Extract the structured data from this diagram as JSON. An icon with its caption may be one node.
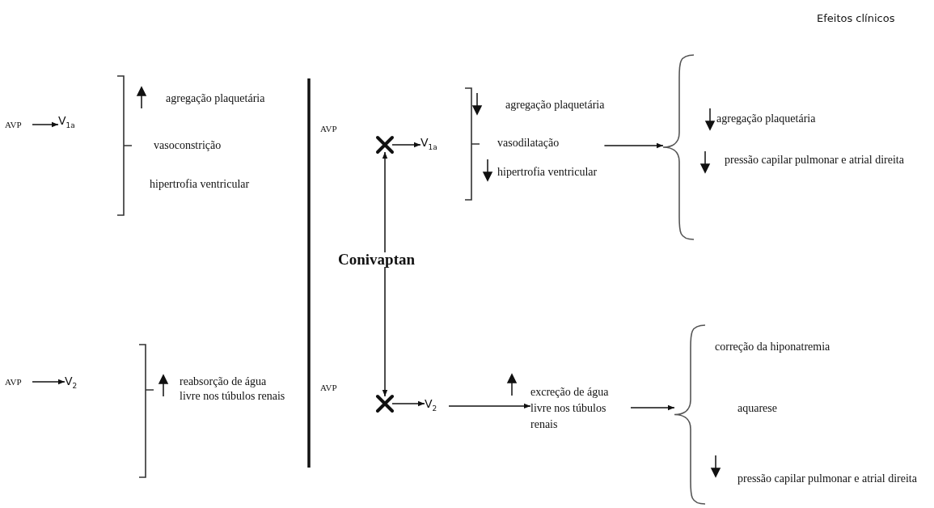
{
  "diagram": {
    "nodes": [
      {
        "text": [
          "AVP"
        ]
      },
      {
        "text": [
          "V$_{1a}$"
        ]
      },
      {
        "text": [
          "agregação plaquetária",
          "vasoconstrição",
          "hipertrofia ventricular"
        ]
      },
      {
        "text": [
          "AVP"
        ]
      },
      {
        "text": [
          "V$_{2}$"
        ]
      },
      {
        "text": [
          "reabsorção de água livre nos túbulos renais"
        ]
      },
      {
        "text": [
          "AVP"
        ]
      },
      {
        "text": [],
        "shape": "cross"
      },
      {
        "text": [
          "V$_{1a}$"
        ]
      },
      {
        "text": [
          "agregação plaquetária",
          "vasodilatação",
          "hipertrofia ventricular"
        ]
      },
      {
        "text": [
          "agregação plaquetária",
          "pressão capilar pulmonar e atrial direita"
        ]
      },
      {
        "text": [
          "Conivaptan"
        ]
      },
      {
        "text": [
          "AVP"
        ]
      },
      {
        "text": [],
        "shape": "cross"
      },
      {
        "text": [
          "V$_{2}$"
        ]
      },
      {
        "text": [
          "excreção de água livre nos túbulos renais"
        ]
      },
      {
        "text": [
          "correção da hiponatremia",
          "aquarese",
          "pressão capilar pulmonar e atrial direita"
        ]
      }
    ],
    "edges": [
      {
        "from": 0,
        "to": 1,
        "arrow": "to"
      },
      {
        "from": 3,
        "to": 4,
        "arrow": "to"
      },
      {
        "from": 7,
        "to": 8,
        "arrow": "to"
      },
      {
        "from": 11,
        "to": 7,
        "arrow": "to"
      },
      {
        "from": 11,
        "to": 13,
        "arrow": "to"
      },
      {
        "from": 13,
        "to": 14,
        "arrow": "to"
      },
      {
        "from": 9,
        "to": 10,
        "arrow": "to"
      },
      {
        "from": 14,
        "to": 15,
        "arrow": "to"
      },
      {
        "from": 15,
        "to": 16,
        "arrow": "to"
      }
    ],
    "labels": [
      "Efeitos clínicos"
    ]
  }
}
